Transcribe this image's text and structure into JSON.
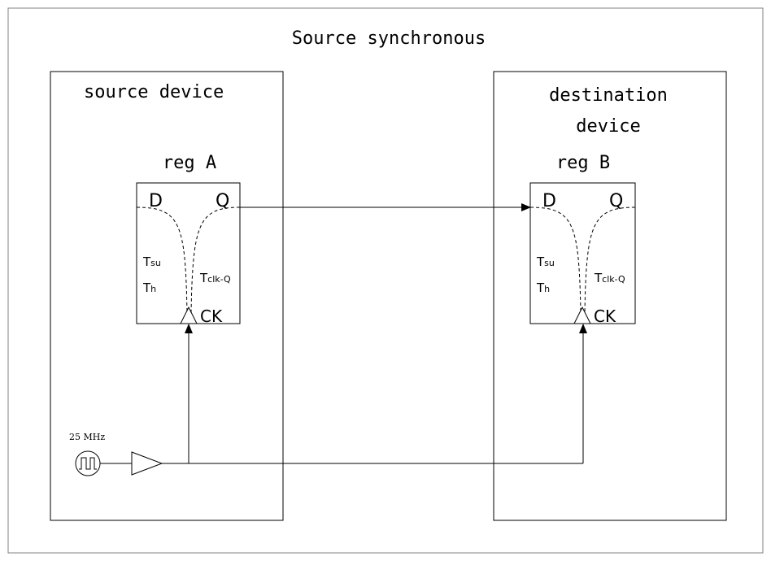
{
  "title": "Source synchronous",
  "source_device": {
    "label": "source device"
  },
  "destination_device": {
    "label_line1": "destination",
    "label_line2": "device"
  },
  "reg_a": {
    "title": "reg A",
    "d_pin": "D",
    "q_pin": "Q",
    "ck_pin": "CK",
    "tsu": {
      "main": "T",
      "sub": "su"
    },
    "th": {
      "main": "T",
      "sub": "h"
    },
    "tclkq": {
      "main": "T",
      "sub": "clk-Q"
    }
  },
  "reg_b": {
    "title": "reg B",
    "d_pin": "D",
    "q_pin": "Q",
    "ck_pin": "CK",
    "tsu": {
      "main": "T",
      "sub": "su"
    },
    "th": {
      "main": "T",
      "sub": "h"
    },
    "tclkq": {
      "main": "T",
      "sub": "clk-Q"
    }
  },
  "clock": {
    "label": "25 MHz"
  },
  "colors": {
    "line": "#000000",
    "frame": "#808080",
    "background": "#ffffff"
  }
}
